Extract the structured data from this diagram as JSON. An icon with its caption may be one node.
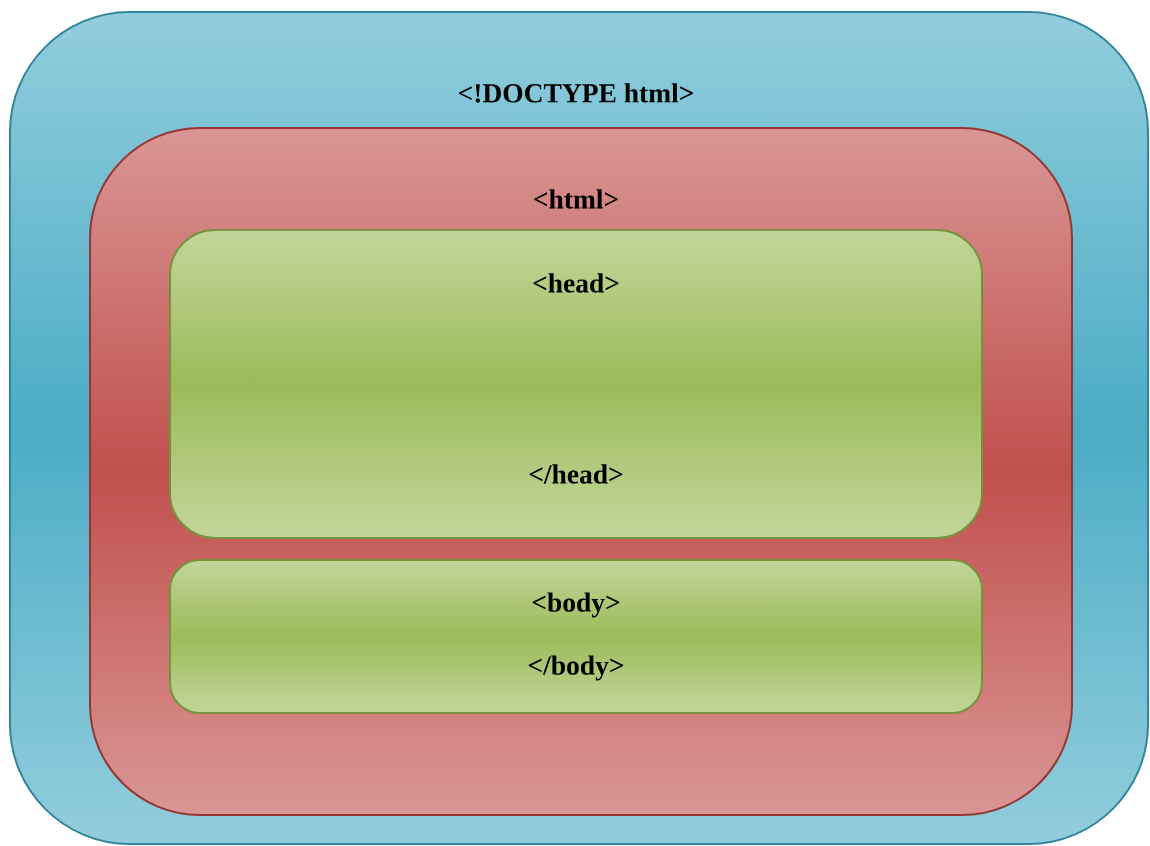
{
  "diagram": {
    "nodes": [
      {
        "text": [
          "<!DOCTYPE html>"
        ]
      },
      {
        "text": [
          "<html>"
        ],
        "in": 0
      },
      {
        "text": [
          "<head>",
          "</head>"
        ],
        "in": 1
      },
      {
        "text": [
          "<body>",
          "</body>"
        ],
        "in": 1
      }
    ]
  }
}
